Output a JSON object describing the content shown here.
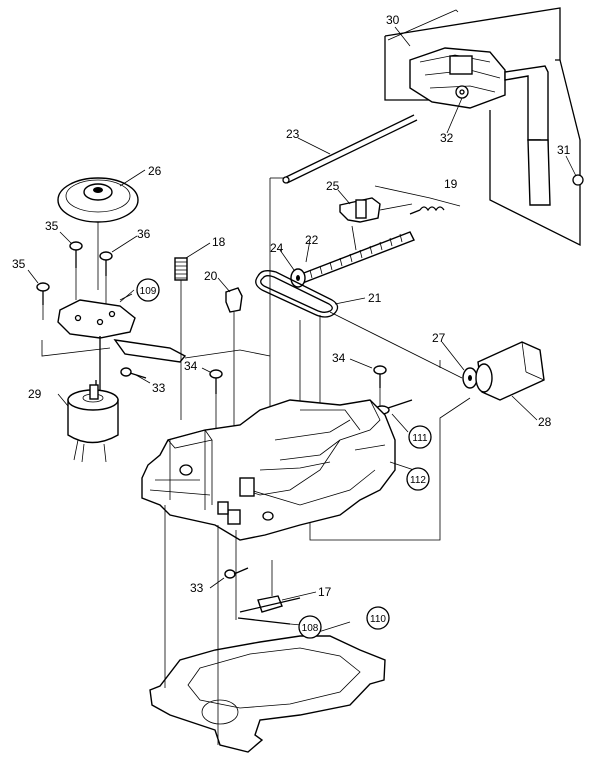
{
  "labels": {
    "l30": "30",
    "l23": "23",
    "l32": "32",
    "l31": "31",
    "l26": "26",
    "l25": "25",
    "l19": "19",
    "l35a": "35",
    "l36": "36",
    "l18": "18",
    "l22": "22",
    "l24": "24",
    "l20": "20",
    "l21": "21",
    "l35b": "35",
    "l27": "27",
    "l34a": "34",
    "l33a": "33",
    "l34b": "34",
    "l29": "29",
    "l28": "28",
    "l33b": "33",
    "l17": "17"
  },
  "circled": {
    "c109": "109",
    "c111": "111",
    "c112": "112",
    "c108": "108",
    "c110": "110"
  }
}
